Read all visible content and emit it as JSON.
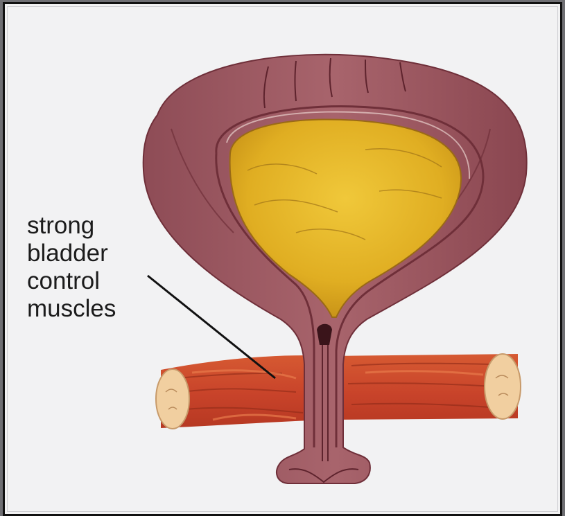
{
  "diagram": {
    "label_lines": [
      "strong",
      "bladder",
      "control",
      "muscles"
    ],
    "colors": {
      "background": "#f2f2f3",
      "bladder_wall": "#9b5a63",
      "bladder_wall_dark": "#7c3c46",
      "urine": "#e2b52a",
      "muscle": "#c9462a",
      "muscle_light": "#e06a3e",
      "muscle_end": "#f1cfa0",
      "label_text": "#1c1c1c"
    }
  }
}
